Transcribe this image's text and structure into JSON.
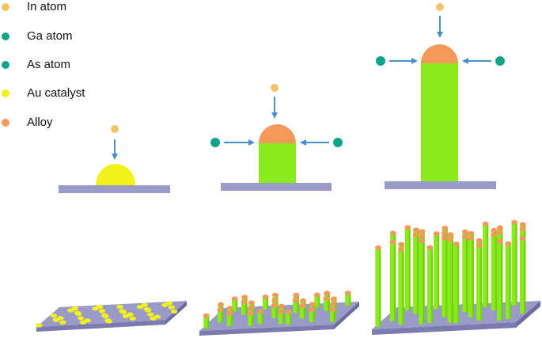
{
  "legend": {
    "items": [
      {
        "label": "In atom",
        "color": "#f6c266"
      },
      {
        "label": "Ga atom",
        "color": "#10a48a"
      },
      {
        "label": "As atom",
        "color": "#10a48a"
      },
      {
        "label": "Au catalyst",
        "color": "#f2f21a"
      },
      {
        "label": "Alloy",
        "color": "#f39a5a"
      }
    ]
  },
  "colors": {
    "substrate_top": "#9a9ac8",
    "substrate_side": "#7b7bb0",
    "nanowire": "#8bea1c",
    "nanowire_dark": "#6fcf10",
    "arrow": "#4a8fd0",
    "catalyst": "#f2f21a",
    "alloy": "#f39a5a",
    "in_atom": "#f6c266",
    "ga_as_atom": "#10a48a"
  }
}
